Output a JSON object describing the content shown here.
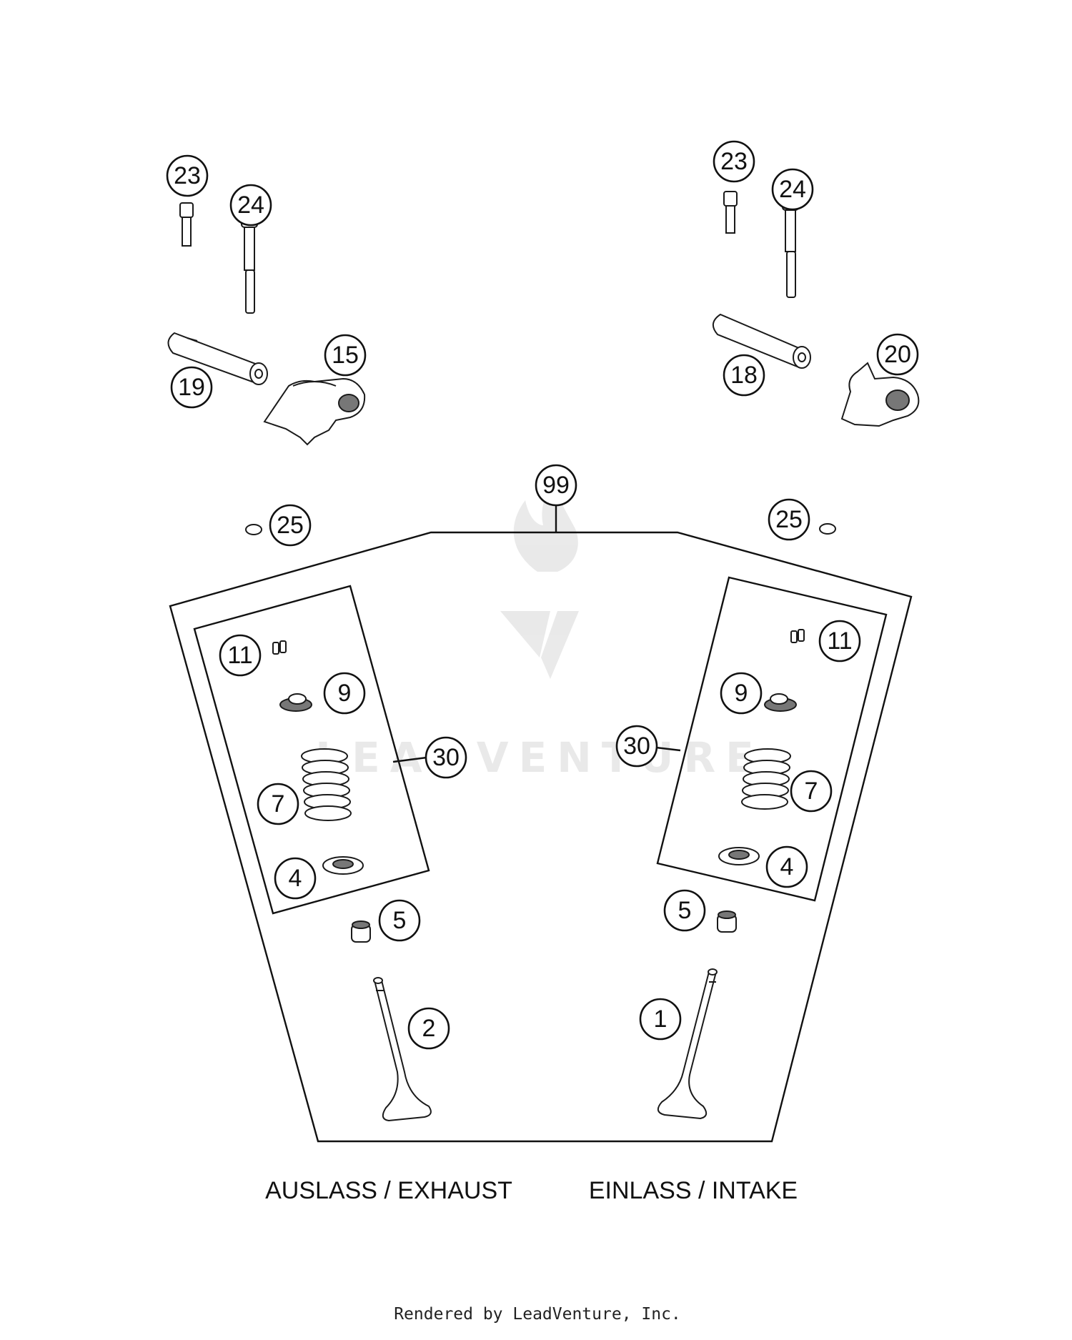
{
  "callouts": {
    "c23_left": "23",
    "c24_left": "24",
    "c19": "19",
    "c15": "15",
    "c23_right": "23",
    "c24_right": "24",
    "c18": "18",
    "c20": "20",
    "c99": "99",
    "c25_left": "25",
    "c25_right": "25",
    "c11_left": "11",
    "c9_left": "9",
    "c30_left": "30",
    "c7_left": "7",
    "c4_left": "4",
    "c5_left": "5",
    "c2": "2",
    "c11_right": "11",
    "c9_right": "9",
    "c30_right": "30",
    "c7_right": "7",
    "c4_right": "4",
    "c5_right": "5",
    "c1": "1"
  },
  "labels": {
    "exhaust": "AUSLASS / EXHAUST",
    "intake": "EINLASS / INTAKE"
  },
  "watermark": {
    "text": "LEADVENTURE"
  },
  "footer": {
    "text": "Rendered by LeadVenture, Inc."
  }
}
